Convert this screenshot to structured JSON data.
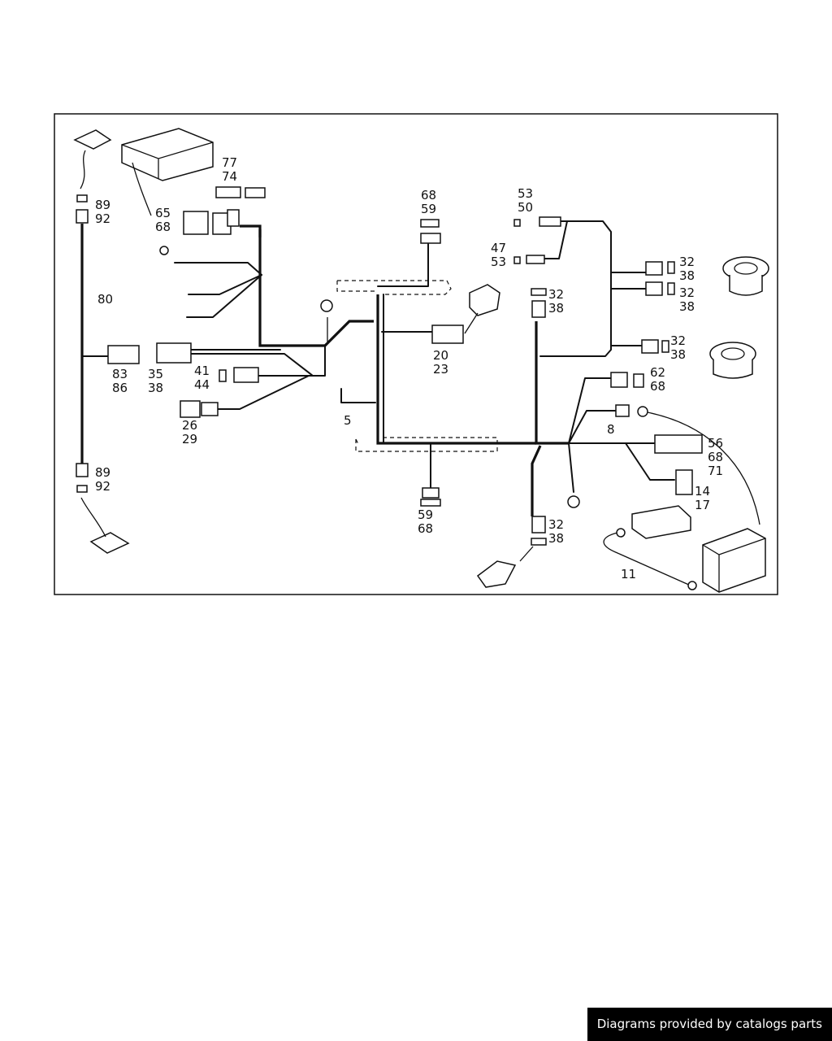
{
  "callouts": {
    "c77_74": [
      "77",
      "74"
    ],
    "c65_68": [
      "65",
      "68"
    ],
    "c89_92_top": [
      "89",
      "92"
    ],
    "c80": [
      "80"
    ],
    "c83_86": [
      "83",
      "86"
    ],
    "c35_38": [
      "35",
      "38"
    ],
    "c41_44": [
      "41",
      "44"
    ],
    "c26_29": [
      "26",
      "29"
    ],
    "c89_92_bot": [
      "89",
      "92"
    ],
    "c5": [
      "5"
    ],
    "c68_59": [
      "68",
      "59"
    ],
    "c20_23": [
      "20",
      "23"
    ],
    "c59_68": [
      "59",
      "68"
    ],
    "c53_50": [
      "53",
      "50"
    ],
    "c47_53": [
      "47",
      "53"
    ],
    "c32_38_a": [
      "32",
      "38"
    ],
    "c32_38_b": [
      "32",
      "38"
    ],
    "c32_38_c": [
      "32",
      "38"
    ],
    "c32_38_d": [
      "32",
      "38"
    ],
    "c32_38_e": [
      "32",
      "38"
    ],
    "c62_68": [
      "62",
      "68"
    ],
    "c8": [
      "8"
    ],
    "c56_68_71": [
      "56",
      "68",
      "71"
    ],
    "c14_17": [
      "14",
      "17"
    ],
    "c11": [
      "11"
    ]
  },
  "footer": {
    "credit": "Diagrams provided by catalogs parts"
  }
}
